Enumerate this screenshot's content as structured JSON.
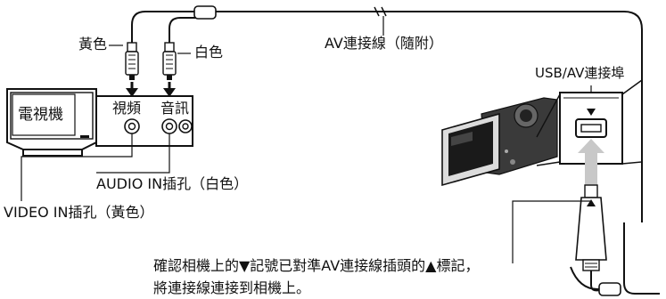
{
  "labels": {
    "yellow": "黃色",
    "white": "白色",
    "av_cable": "AV連接線（隨附）",
    "usb_av_port": "USB/AV連接埠",
    "tv": "電視機",
    "video": "視頻",
    "audio": "音訊",
    "audio_in": "AUDIO IN插孔（白色）",
    "video_in": "VIDEO IN插孔（黃色）",
    "instruction_line1": "確認相機上的▼記號已對準AV連接線插頭的▲標記，",
    "instruction_line2": "將連接線連接到相機上。"
  }
}
